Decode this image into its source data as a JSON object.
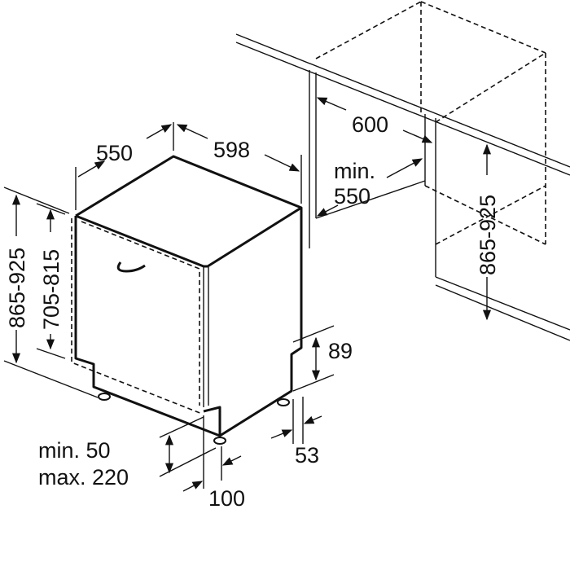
{
  "dimensions": {
    "depth": "550",
    "width": "598",
    "niche_width": "600",
    "niche_depth_line1": "min.",
    "niche_depth_line2": "550",
    "niche_height": "865-925",
    "appliance_height": "865-925",
    "door_height": "705-815",
    "plinth_height": "89",
    "plinth_depth": "53",
    "gap_line1": "min. 50",
    "gap_line2": "max. 220",
    "foot_offset": "100"
  }
}
